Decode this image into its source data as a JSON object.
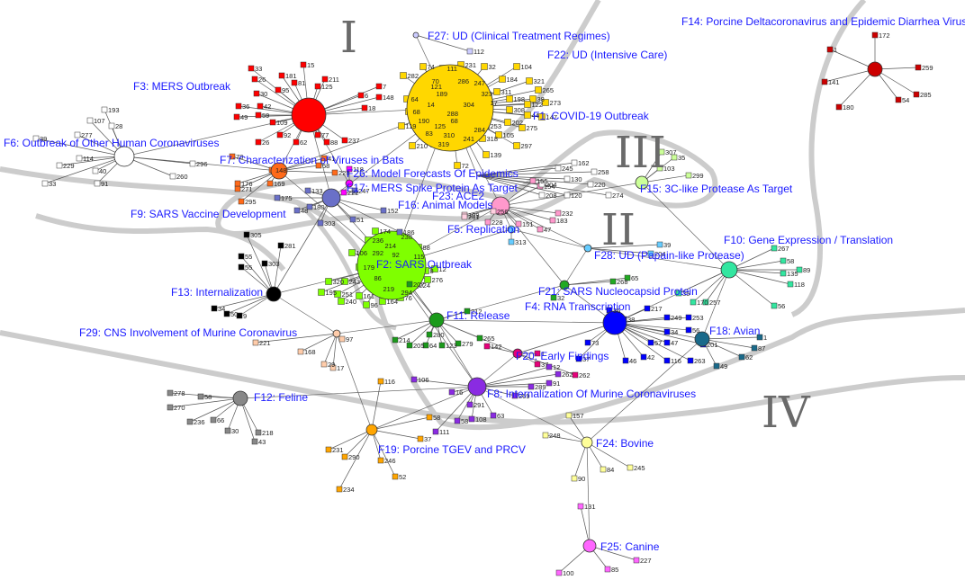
{
  "regions": [
    "I",
    "II",
    "III",
    "IV"
  ],
  "clusters": [
    {
      "id": "F1",
      "label": "F1: COVID-19 Outbreak",
      "color": "#ffd700",
      "leaves": [
        "74",
        "111",
        "231",
        "32",
        "104",
        "282",
        "70",
        "286",
        "247",
        "184",
        "321",
        "323",
        "189",
        "311",
        "265",
        "64",
        "304",
        "198",
        "38",
        "14",
        "17",
        "308",
        "122",
        "273",
        "68",
        "288",
        "44",
        "147",
        "190",
        "125",
        "202",
        "119",
        "284",
        "253",
        "275",
        "83",
        "310",
        "241",
        "318",
        "105",
        "297",
        "210",
        "319",
        "139",
        "72",
        "121",
        "68"
      ]
    },
    {
      "id": "F2",
      "label": "F2: SARS Outbreak",
      "color": "#7fff00",
      "leaves": [
        "174",
        "238",
        "236",
        "214",
        "292",
        "115",
        "179",
        "106",
        "276",
        "320",
        "243",
        "86",
        "195",
        "251",
        "161",
        "219",
        "294",
        "224",
        "240",
        "96",
        "164",
        "76",
        "8",
        "12",
        "92",
        "88"
      ]
    },
    {
      "id": "F3",
      "label": "F3: MERS Outbreak",
      "color": "#ff0000",
      "leaves": [
        "33",
        "15",
        "26",
        "211",
        "81",
        "125",
        "30",
        "95",
        "36",
        "42",
        "49",
        "59",
        "7",
        "6",
        "148",
        "18",
        "77",
        "237",
        "92",
        "109",
        "62",
        "26",
        "88",
        "181"
      ]
    },
    {
      "id": "F4",
      "label": "F4: RNA Transcription",
      "color": "#0000ff",
      "leaves": [
        "38",
        "217",
        "249",
        "253",
        "73",
        "56",
        "34",
        "57",
        "47",
        "201",
        "263",
        "116",
        "46",
        "36",
        "37",
        "42"
      ]
    },
    {
      "id": "F5",
      "label": "F5: Replication",
      "color": "#66ccff",
      "leaves": [
        "313"
      ]
    },
    {
      "id": "F6",
      "label": "F6: Outbreak of Other Human Coronaviruses",
      "color": "#ffffff",
      "leaves": [
        "193",
        "107",
        "28",
        "39",
        "277",
        "114",
        "229",
        "40",
        "91",
        "33",
        "296",
        "260"
      ]
    },
    {
      "id": "F7",
      "label": "F7: Characterization of Viruses in Bats",
      "color": "#ff6a1a",
      "leaves": [
        "78",
        "148",
        "169",
        "271",
        "176",
        "295",
        "41",
        "228",
        "58"
      ]
    },
    {
      "id": "F8",
      "label": "F8: Internalization Of Murine Coronaviruses",
      "color": "#8a2be2",
      "leaves": [
        "12",
        "91",
        "269",
        "262",
        "16",
        "291",
        "108",
        "63",
        "58",
        "111",
        "106",
        "289"
      ]
    },
    {
      "id": "F9",
      "label": "F9: SARS Vaccine Development",
      "color": "#6a70c8",
      "leaves": [
        "175",
        "133",
        "48",
        "180",
        "303",
        "247",
        "51",
        "152",
        "186"
      ]
    },
    {
      "id": "F10",
      "label": "F10: Gene Expression / Translation",
      "color": "#33e6a0",
      "leaves": [
        "267",
        "58",
        "89",
        "135",
        "118",
        "56",
        "257",
        "170",
        "35"
      ]
    },
    {
      "id": "F11",
      "label": "F11: Release",
      "color": "#1a9a1a",
      "leaves": [
        "214",
        "280",
        "279",
        "265",
        "205",
        "64",
        "123",
        "207",
        "212"
      ]
    },
    {
      "id": "F12",
      "label": "F12: Feline",
      "color": "#888888",
      "leaves": [
        "278",
        "58",
        "270",
        "236",
        "66",
        "218",
        "30",
        "43"
      ]
    },
    {
      "id": "F13",
      "label": "F13: Internalization",
      "color": "#000000",
      "leaves": [
        "305",
        "55",
        "281",
        "55",
        "303",
        "34",
        "9",
        "50"
      ]
    },
    {
      "id": "F14",
      "label": "F14: Porcine Deltacoronavirus and Epidemic Diarrhea Virus",
      "color": "#cc0000",
      "leaves": [
        "172",
        "1",
        "259",
        "141",
        "285",
        "180",
        "54"
      ]
    },
    {
      "id": "F15",
      "label": "F15: 3C-like Protease As Target",
      "color": "#ccff99",
      "leaves": [
        "307",
        "35",
        "103",
        "299"
      ]
    },
    {
      "id": "F16",
      "label": "F16: Animal Models",
      "color": "#ff99cc",
      "leaves": [
        "155",
        "154",
        "228",
        "151",
        "232",
        "47",
        "183"
      ]
    },
    {
      "id": "F17",
      "label": "F17: MERS Spike Protein As Target",
      "color": "#ff00ff",
      "leaves": [
        "118",
        "222"
      ]
    },
    {
      "id": "F18",
      "label": "F18: Avian",
      "color": "#1a6a8a",
      "leaves": [
        "1",
        "87",
        "62",
        "49"
      ]
    },
    {
      "id": "F19",
      "label": "F19: Porcine TGEV and PRCV",
      "color": "#ffa500",
      "leaves": [
        "231",
        "290",
        "246",
        "52",
        "234",
        "116",
        "37",
        "58"
      ]
    },
    {
      "id": "F20",
      "label": "F20: Early Findings",
      "color": "#e6007a",
      "leaves": [
        "142",
        "37",
        "262",
        "1"
      ]
    },
    {
      "id": "F21",
      "label": "F21: SARS Nucleocapsid Protein",
      "color": "#22aa22",
      "leaves": [
        "268",
        "65",
        "32"
      ]
    },
    {
      "id": "F22",
      "label": "F22: UD (Intensive Care)",
      "color": "#ffff66",
      "leaves": []
    },
    {
      "id": "F23",
      "label": "F23: ACE2",
      "color": "#ffd0e0",
      "leaves": [
        "256",
        "109",
        "261"
      ]
    },
    {
      "id": "F24",
      "label": "F24: Bovine",
      "color": "#ffff99",
      "leaves": [
        "157",
        "248",
        "84",
        "245",
        "90"
      ]
    },
    {
      "id": "F25",
      "label": "F25: Canine",
      "color": "#ff66ff",
      "leaves": [
        "131",
        "100",
        "85",
        "227"
      ]
    },
    {
      "id": "F26",
      "label": "F26: Model Forecasts Of Epidemics",
      "color": "#ffffff",
      "leaves": [
        "245",
        "162",
        "258",
        "130",
        "220",
        "274",
        "120",
        "208",
        "204"
      ]
    },
    {
      "id": "F27",
      "label": "F27: UD (Clinical Treatment Regimes)",
      "color": "#ccccff",
      "leaves": [
        "112"
      ]
    },
    {
      "id": "F28",
      "label": "F28: UD (Papain-like Protease)",
      "color": "#66ccff",
      "leaves": [
        "39",
        "204"
      ]
    },
    {
      "id": "F29",
      "label": "F29: CNS Involvement of Murine Coronavirus",
      "color": "#ffccaa",
      "leaves": [
        "97",
        "221",
        "168",
        "29",
        "17"
      ]
    }
  ]
}
